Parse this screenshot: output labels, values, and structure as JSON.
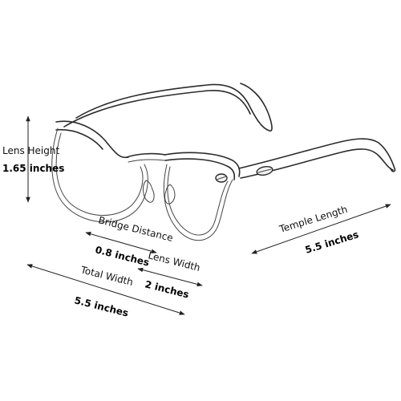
{
  "measurements": {
    "lens_height": {
      "label": "Lens Height",
      "value": "1.65 inches"
    },
    "bridge_distance": {
      "label": "Bridge Distance",
      "value": "0.8 inches"
    },
    "lens_width": {
      "label": "Lens Width",
      "value": "2 inches"
    },
    "total_width": {
      "label": "Total Width",
      "value": "5.5 inches"
    },
    "temple_length": {
      "label": "Temple Length",
      "value": "5.5 inches"
    }
  }
}
